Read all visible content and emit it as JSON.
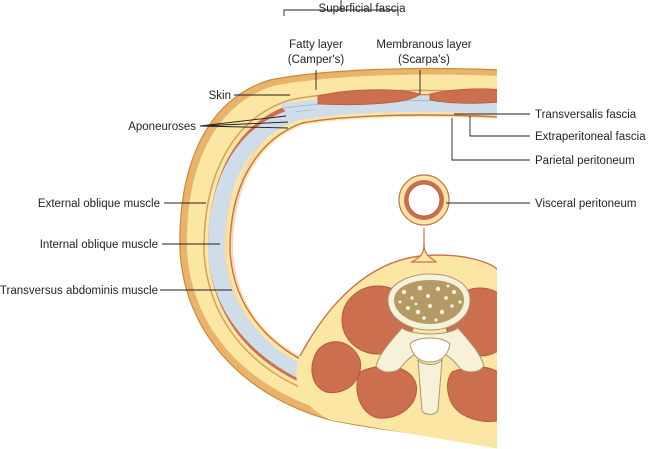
{
  "labels": {
    "superficial_fascia": "Superficial fascia",
    "fatty_layer_1": "Fatty layer",
    "fatty_layer_2": "(Camper's)",
    "membranous_layer_1": "Membranous layer",
    "membranous_layer_2": "(Scarpa's)",
    "skin": "Skin",
    "aponeuroses": "Aponeuroses",
    "external_oblique": "External oblique muscle",
    "internal_oblique": "Internal oblique muscle",
    "transversus_abdominis": "Transversus abdominis muscle",
    "transversalis_fascia": "Transversalis fascia",
    "extraperitoneal_fascia": "Extraperitoneal fascia",
    "parietal_peritoneum": "Parietal peritoneum",
    "visceral_peritoneum": "Visceral peritoneum"
  },
  "colors": {
    "skin": "#e9b46a",
    "fat": "#fbe6a4",
    "muscle": "#cc6f4f",
    "muscle_stripe": "#b35a3c",
    "fascia": "#cfdcea",
    "bone": "#f6f1d8",
    "bone_spongy": "#6f5a34"
  }
}
